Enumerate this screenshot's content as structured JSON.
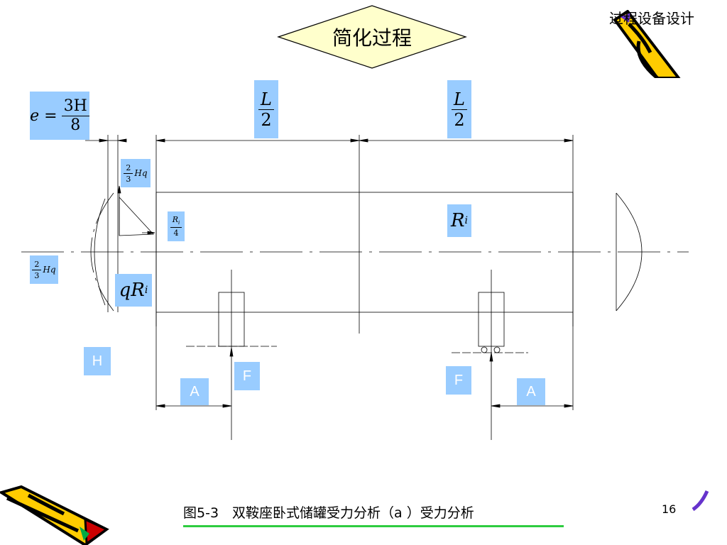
{
  "header": {
    "course_title": "过程设备设计",
    "main_title": "简化过程"
  },
  "formulas": {
    "e_lhs": "e =",
    "e_num": "3H",
    "e_den": "8",
    "half_num": "L",
    "half_den": "2",
    "two_thirds_num": "2",
    "two_thirds_den": "3",
    "hq": "Hq",
    "ri_main": "R",
    "ri_sub": "i",
    "ri_quarter_num_main": "R",
    "ri_quarter_num_sub": "i",
    "ri_quarter_den": "4",
    "qri_main": "qR",
    "qri_sub": "i"
  },
  "labels": {
    "h": "H",
    "a": "A",
    "f": "F"
  },
  "footer": {
    "caption": "图5-3　双鞍座卧式储罐受力分析（a ）受力分析",
    "page_number": "16"
  },
  "colors": {
    "label_fill": "#99ccff",
    "title_fill": "#ffffcc",
    "caption_underline": "#2ecc40",
    "pencil_body": "#ffcc00",
    "pencil_corner": "#6633cc"
  }
}
